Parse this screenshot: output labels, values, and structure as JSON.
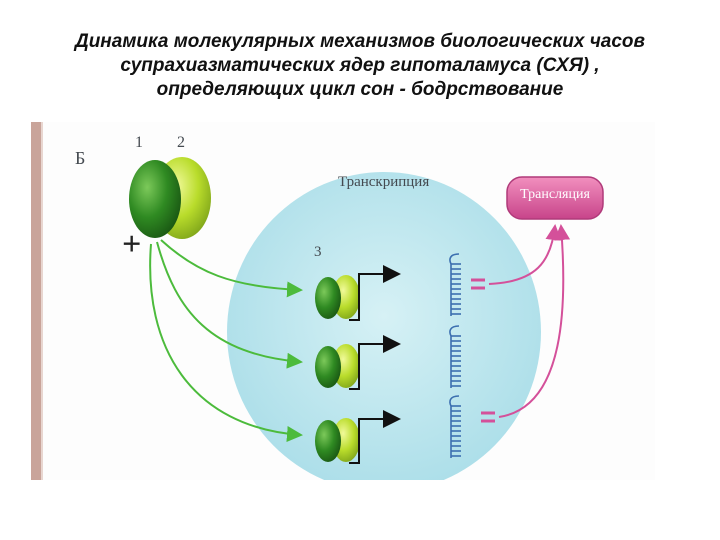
{
  "title": {
    "line1": "Динамика молекулярных механизмов биологических часов",
    "line2": "супрахиазматических ядер гипоталамуса (СХЯ) ,",
    "line3": "определяющих цикл сон - бодрствование"
  },
  "diagram": {
    "panel_letter": "Б",
    "label_1": "1",
    "label_2": "2",
    "label_3": "3",
    "plus_sign": "+",
    "transcription_label": "Транскрипция",
    "translation_label": "Трансляция"
  },
  "colors": {
    "nucleus": "#bfe8ef",
    "dark_green": "#2f8a22",
    "light_green": "#b9dc2b",
    "arrow_green": "#4cbb3c",
    "arrow_pink": "#d4509a",
    "translation_box": "#d95a9c",
    "mrna_blue": "#3c6fb0",
    "left_stripe": "#c9a49a"
  }
}
